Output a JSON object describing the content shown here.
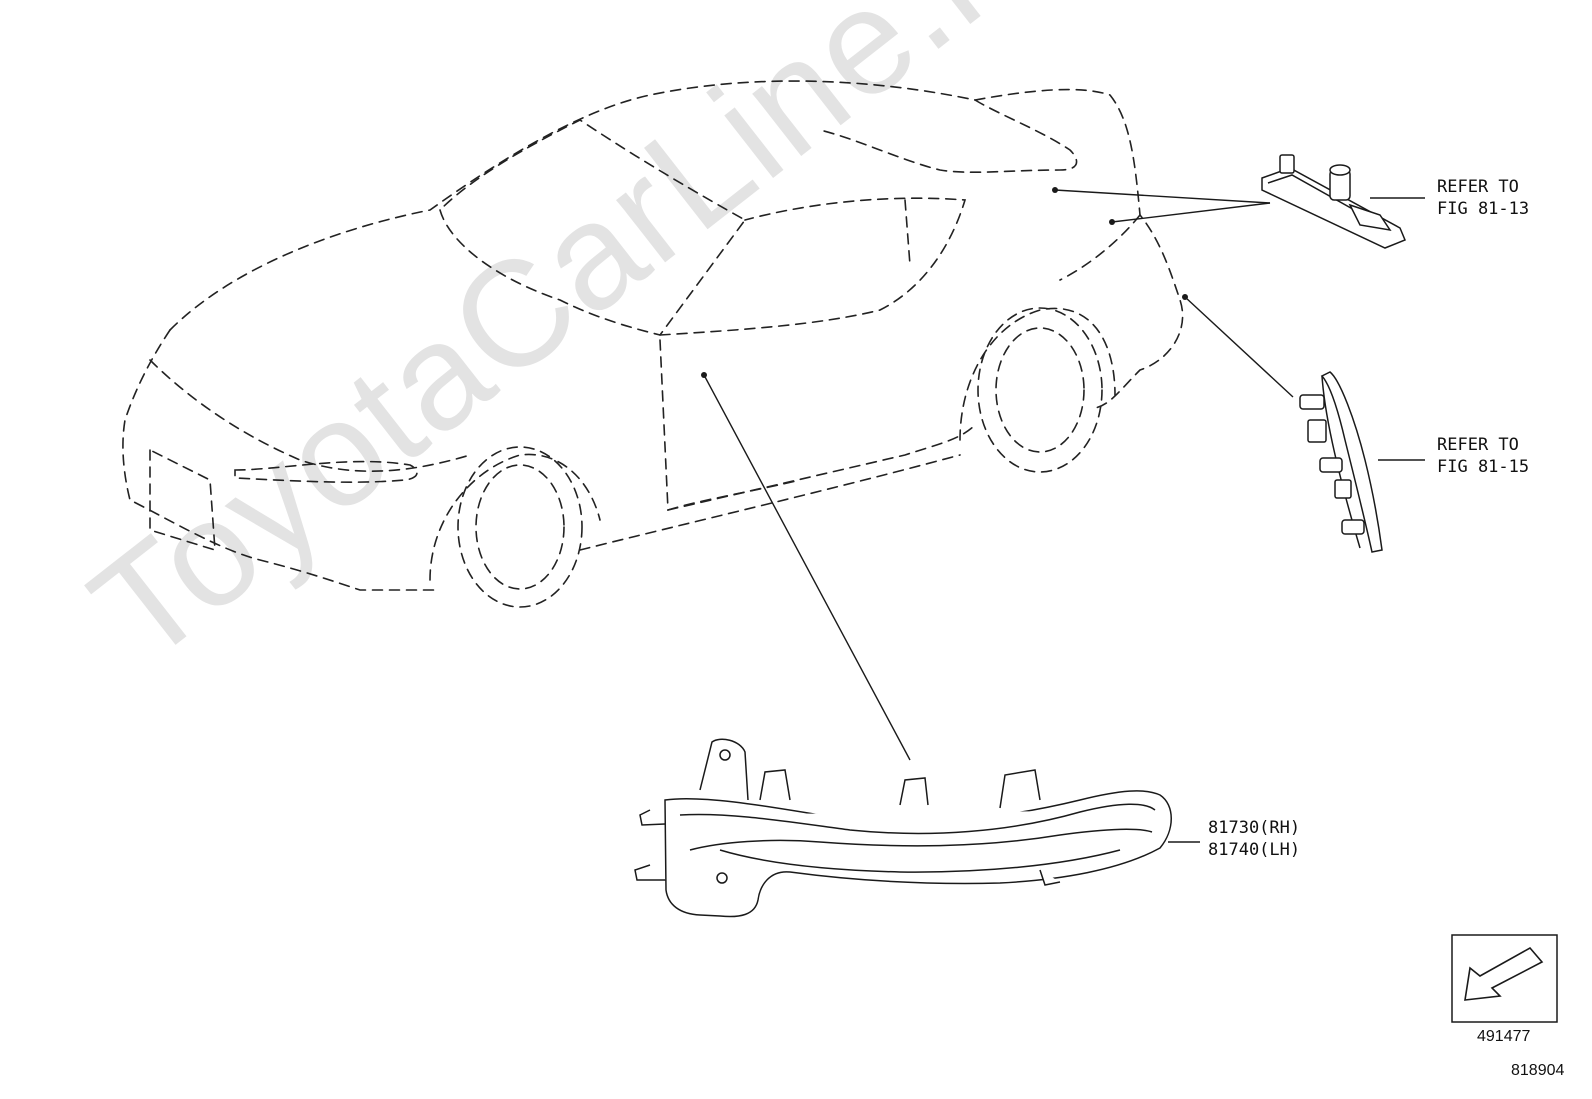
{
  "watermark": "ToyotaCarLine.ru",
  "callouts": {
    "rear_lamp": {
      "line1": "REFER TO",
      "line2": "FIG 81-13"
    },
    "side_lamp": {
      "line1": "REFER TO",
      "line2": "FIG 81-15"
    },
    "mirror_lamp": {
      "line1": "81730(RH)",
      "line2": "81740(LH)"
    }
  },
  "symbol_code": "491477",
  "illustration_code": "818904",
  "colors": {
    "line": "#1a1a1a",
    "watermark": "#e3e3e3"
  }
}
